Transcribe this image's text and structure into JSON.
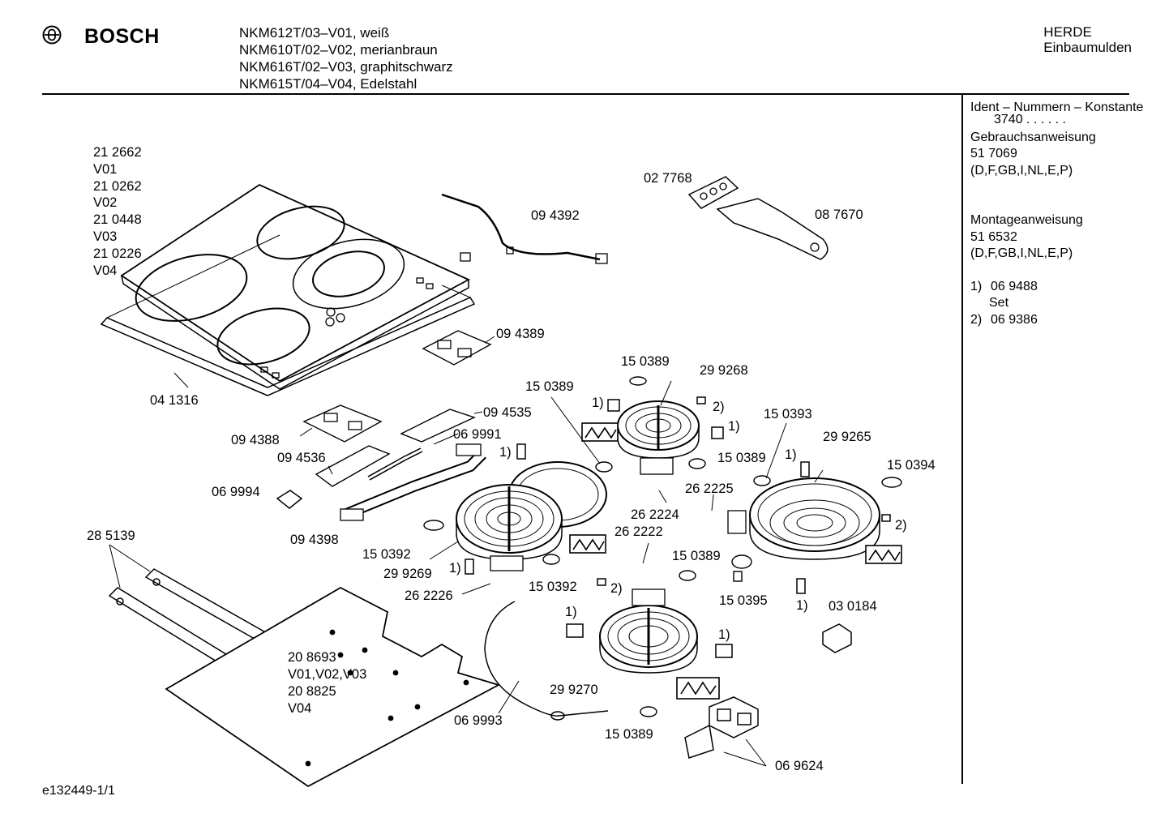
{
  "header": {
    "brand": "BOSCH",
    "models": [
      "NKM612T/03–V01, weiß",
      "NKM610T/02–V02, merianbraun",
      "NKM616T/02–V03, graphitschwarz",
      "NKM615T/04–V04, Edelstahl"
    ],
    "category_line1": "HERDE",
    "category_line2": "Einbaumulden"
  },
  "sidebar": {
    "ident_label": "Ident – Nummern – Konstante",
    "ident_value": "3740  .  .    .  .  .  .",
    "manual_title": "Gebrauchsanweisung",
    "manual_number": "51 7069",
    "manual_languages": "(D,F,GB,I,NL,E,P)",
    "mounting_title": "Montageanweisung",
    "mounting_number": "51 6532",
    "mounting_languages": "(D,F,GB,I,NL,E,P)",
    "note1_key": "1)",
    "note1_value": "06 9488",
    "note1_extra": "Set",
    "note2_key": "2)",
    "note2_value": "06 9386"
  },
  "parts": {
    "hob_variants": [
      "21 2662",
      "V01",
      "21 0262",
      "V02",
      "21 0448",
      "V03",
      "21 0226",
      "V04"
    ],
    "p_041316": "04 1316",
    "p_094392": "09 4392",
    "p_027768": "02 7768",
    "p_087670": "08 7670",
    "p_094389": "09 4389",
    "p_094535": "09 4535",
    "p_094388": "09 4388",
    "p_069991": "06 9991",
    "p_094536": "09 4536",
    "p_069994": "06 9994",
    "p_094398": "09 4398",
    "p_285139": "28 5139",
    "p_150389_a": "15 0389",
    "p_150389_b": "15 0389",
    "p_150389_c": "15 0389",
    "p_150389_d": "15 0389",
    "p_150389_e": "15 0389",
    "p_299268": "29 9268",
    "p_150393": "15 0393",
    "p_299265": "29 9265",
    "p_150394": "15 0394",
    "p_262225": "26 2225",
    "p_262224": "26 2224",
    "p_262222": "26 2222",
    "p_150392_a": "15 0392",
    "p_150392_b": "15 0392",
    "p_299269": "29 9269",
    "p_262226": "26 2226",
    "p_150395": "15 0395",
    "p_030184": "03 0184",
    "p_208693": "20 8693",
    "p_208693_variants": "V01,V02,V03",
    "p_208825": "20 8825",
    "p_208825_variants": "V04",
    "p_299270": "29 9270",
    "p_069993": "06 9993",
    "p_069624": "06 9624",
    "note_1": "1)",
    "note_2": "2)"
  },
  "footer": {
    "code": "e132449-1/1"
  }
}
